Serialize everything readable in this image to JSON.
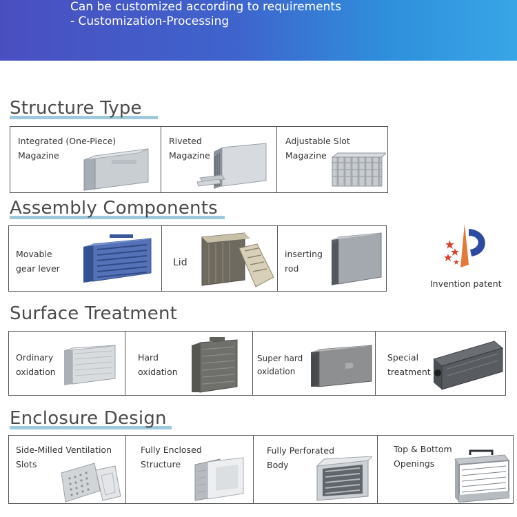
{
  "banner": {
    "line1": "Can be customized according to requirements",
    "line2": "- Customization-Processing"
  },
  "sections": {
    "structure": {
      "title": "Structure Type",
      "items": [
        {
          "line1": "Integrated (One-Piece)",
          "line2": "Magazine"
        },
        {
          "line1": "Riveted",
          "line2": "Magazine"
        },
        {
          "line1": "Adjustable Slot",
          "line2": "Magazine"
        }
      ]
    },
    "assembly": {
      "title": "Assembly Components",
      "items": [
        {
          "line1": "Movable",
          "line2": "gear lever"
        },
        {
          "line1": "Lid",
          "line2": ""
        },
        {
          "line1": "inserting",
          "line2": "rod"
        }
      ],
      "patent_label": "Invention patent"
    },
    "surface": {
      "title": "Surface Treatment",
      "items": [
        {
          "line1": "Ordinary",
          "line2": "oxidation"
        },
        {
          "line1": "Hard",
          "line2": "oxidation"
        },
        {
          "line1": "Super hard",
          "line2": "oxidation"
        },
        {
          "line1": "Special",
          "line2": "treatment"
        }
      ]
    },
    "enclosure": {
      "title": "Enclosure Design",
      "items": [
        {
          "line1": "Side-Milled Ventilation",
          "line2": "Slots"
        },
        {
          "line1": "Fully Enclosed",
          "line2": "Structure"
        },
        {
          "line1": "Fully Perforated",
          "line2": "Body"
        },
        {
          "line1": "Top & Bottom",
          "line2": "Openings"
        }
      ]
    }
  },
  "colors": {
    "banner_start": "#4a4fc0",
    "banner_end": "#38a6e6",
    "underline": "#9ec8dc",
    "title": "#4a4a4a"
  }
}
